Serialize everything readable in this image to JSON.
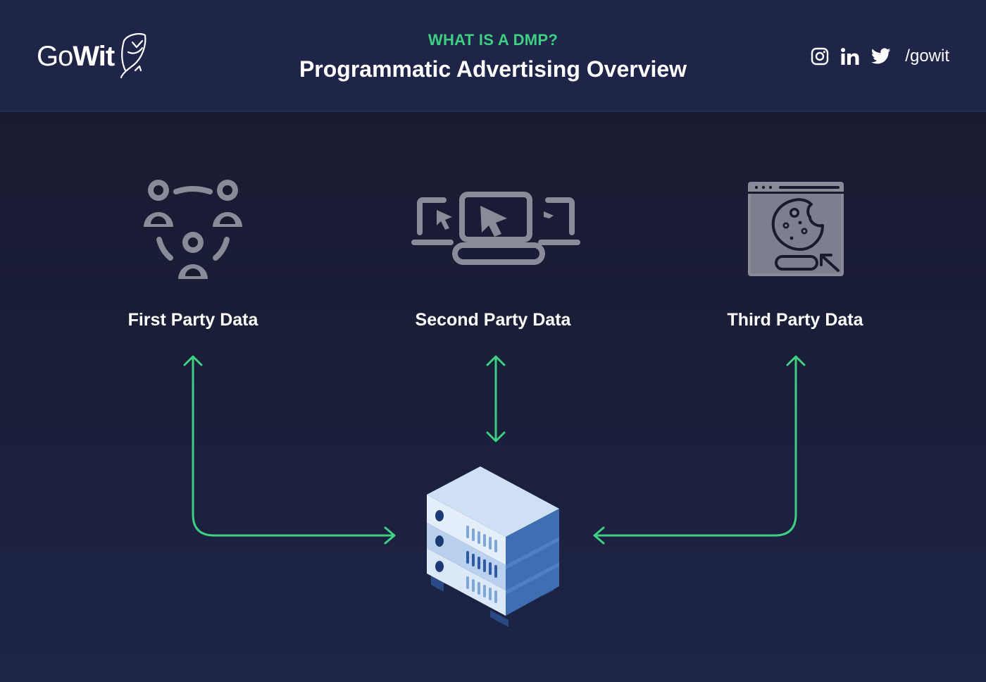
{
  "header": {
    "brand": {
      "go": "Go",
      "wit": "Wit"
    },
    "eyebrow": "WHAT IS A DMP?",
    "title": "Programmatic Advertising Overview",
    "social": {
      "icons": [
        "instagram-icon",
        "linkedin-icon",
        "twitter-icon"
      ],
      "handle": "/gowit"
    }
  },
  "nodes": [
    {
      "label": "First Party Data",
      "icon": "people-group-icon"
    },
    {
      "label": "Second Party Data",
      "icon": "devices-cursor-icon"
    },
    {
      "label": "Third Party Data",
      "icon": "browser-cookie-icon"
    }
  ],
  "hub": {
    "icon": "server-stack-icon"
  },
  "colors": {
    "background": "#181a2e",
    "header": "#1e2548",
    "accent_green": "#3ecf82",
    "icon_gray": "#8a8b99",
    "server_light": "#cfe0f5",
    "server_mid": "#7fa6d9",
    "server_dark": "#3f6fb3"
  }
}
